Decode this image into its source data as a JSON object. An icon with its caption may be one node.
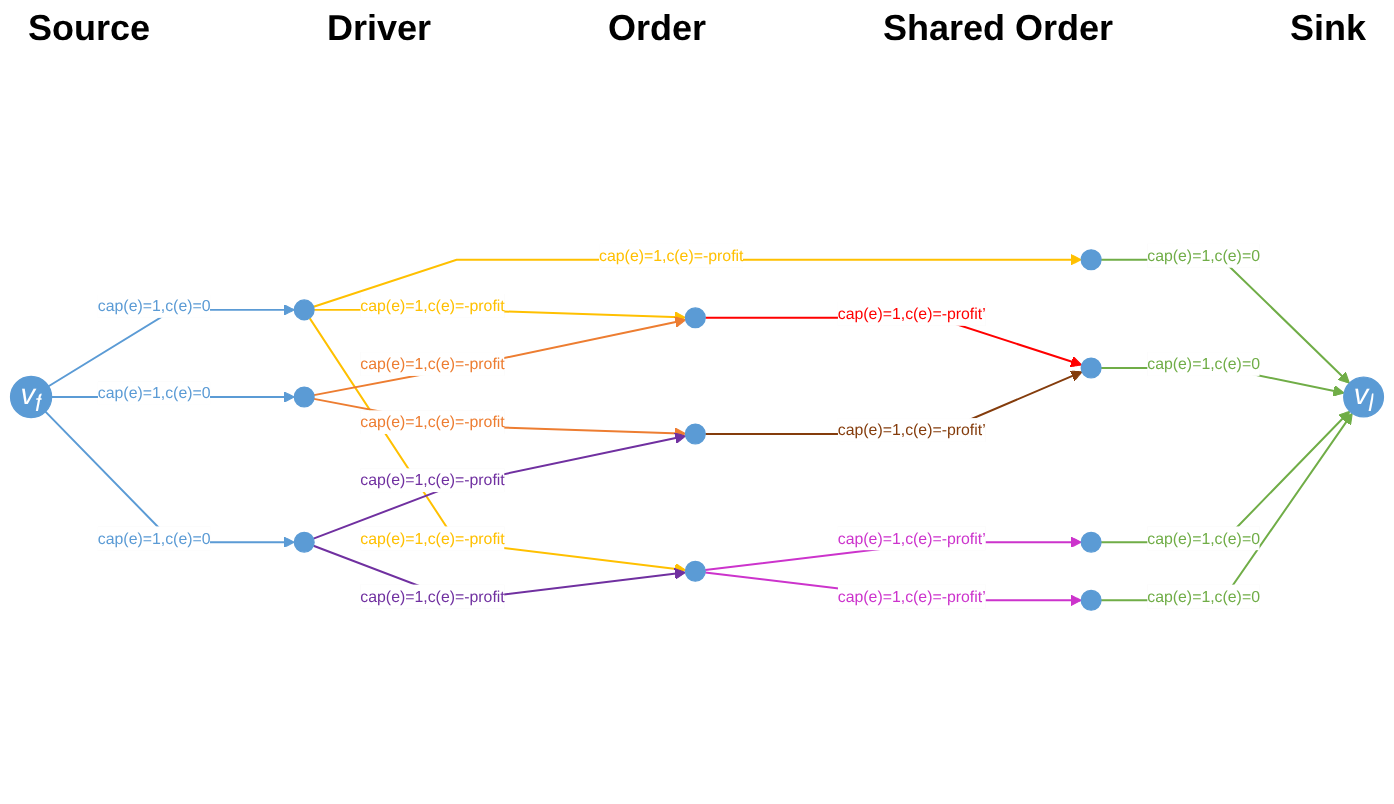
{
  "diagram": {
    "nodes": [
      {
        "text": [
          "v$_{f}$"
        ]
      },
      {
        "text": [],
        "shape": "circle"
      },
      {
        "text": [],
        "shape": "circle"
      },
      {
        "text": [],
        "shape": "circle"
      },
      {
        "text": [],
        "shape": "circle"
      },
      {
        "text": [],
        "shape": "circle"
      },
      {
        "text": [],
        "shape": "circle"
      },
      {
        "text": [],
        "shape": "circle"
      },
      {
        "text": [],
        "shape": "circle"
      },
      {
        "text": [],
        "shape": "circle"
      },
      {
        "text": [],
        "shape": "circle"
      },
      {
        "text": [
          "v$_{l}$"
        ]
      }
    ],
    "edges": [
      {
        "from": 0,
        "to": 1,
        "arrow": "to",
        "label": "cap(e)=1,c(e)=0",
        "color": "#5b9bd5"
      },
      {
        "from": 0,
        "to": 2,
        "arrow": "to",
        "label": "cap(e)=1,c(e)=0",
        "color": "#5b9bd5"
      },
      {
        "from": 0,
        "to": 3,
        "arrow": "to",
        "label": "cap(e)=1,c(e)=0",
        "color": "#5b9bd5"
      },
      {
        "from": 1,
        "to": 4,
        "arrow": "to",
        "label": "cap(e)=1,c(e)=-profit",
        "color": "#ffc000"
      },
      {
        "from": 1,
        "to": 6,
        "arrow": "to",
        "label": "cap(e)=1,c(e)=-profit",
        "color": "#ffc000"
      },
      {
        "from": 1,
        "to": 7,
        "arrow": "to",
        "label": "cap(e)=1,c(e)=-profit",
        "color": "#ffc000"
      },
      {
        "from": 2,
        "to": 4,
        "arrow": "to",
        "label": "cap(e)=1,c(e)=-profit",
        "color": "#ed7d31"
      },
      {
        "from": 2,
        "to": 5,
        "arrow": "to",
        "label": "cap(e)=1,c(e)=-profit",
        "color": "#ed7d31"
      },
      {
        "from": 3,
        "to": 5,
        "arrow": "to",
        "label": "cap(e)=1,c(e)=-profit",
        "color": "#7030a0"
      },
      {
        "from": 3,
        "to": 7,
        "arrow": "to",
        "label": "cap(e)=1,c(e)=-profit",
        "color": "#7030a0"
      },
      {
        "from": 4,
        "to": 8,
        "arrow": "to",
        "label": "cap(e)=1,c(e)=-profit’",
        "color": "#ff0000"
      },
      {
        "from": 5,
        "to": 8,
        "arrow": "to",
        "label": "cap(e)=1,c(e)=-profit’",
        "color": "#843c0c"
      },
      {
        "from": 6,
        "to": 11,
        "arrow": "to",
        "label": "cap(e)=1,c(e)=0",
        "color": "#70ad47"
      },
      {
        "from": 7,
        "to": 9,
        "arrow": "to",
        "label": "cap(e)=1,c(e)=-profit’",
        "color": "#cc33cc"
      },
      {
        "from": 7,
        "to": 10,
        "arrow": "to",
        "label": "cap(e)=1,c(e)=-profit’",
        "color": "#cc33cc"
      },
      {
        "from": 8,
        "to": 11,
        "arrow": "to",
        "label": "cap(e)=1,c(e)=0",
        "color": "#70ad47"
      },
      {
        "from": 9,
        "to": 11,
        "arrow": "to",
        "label": "cap(e)=1,c(e)=0",
        "color": "#70ad47"
      },
      {
        "from": 10,
        "to": 11,
        "arrow": "to",
        "label": "cap(e)=1,c(e)=0",
        "color": "#70ad47"
      }
    ],
    "labels": [
      "Source",
      "Driver",
      "Order",
      "Shared Order",
      "Sink"
    ]
  }
}
